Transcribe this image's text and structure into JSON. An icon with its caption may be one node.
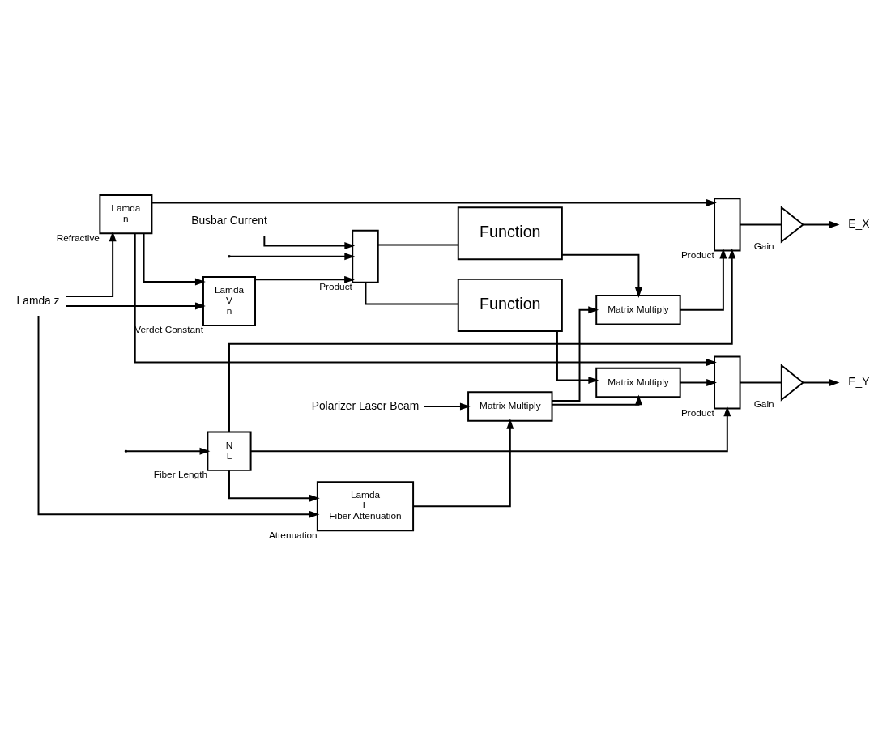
{
  "diagram": {
    "nodes": [
      {
        "text": [
          "Busbar Current"
        ]
      },
      {
        "text": [],
        "shape": "box",
        "beside": [
          "Product"
        ]
      },
      {
        "text": [
          "Function"
        ]
      },
      {
        "text": [
          "Function"
        ]
      },
      {
        "text": [
          "Lamda",
          "V",
          "n"
        ],
        "beside": [
          "Verdet Constant"
        ]
      },
      {
        "text": [
          "Lamda z"
        ]
      },
      {
        "text": [
          "Lamda",
          "n"
        ],
        "beside": [
          "Refractive"
        ]
      },
      {
        "text": [
          "Matrix Multiply"
        ]
      },
      {
        "text": [],
        "shape": "box",
        "beside": [
          "Product"
        ]
      },
      {
        "text": [],
        "shape": "triangle",
        "beside": [
          "Gain"
        ]
      },
      {
        "text": [
          "E_X"
        ]
      },
      {
        "text": [],
        "shape": "box",
        "beside": [
          "Product"
        ]
      },
      {
        "text": [],
        "shape": "triangle",
        "beside": [
          "Gain"
        ]
      },
      {
        "text": [
          "E_Y"
        ]
      },
      {
        "text": [
          "Matrix Multiply"
        ]
      },
      {
        "text": [
          "Lamda",
          "L",
          "Fiber Attenuation"
        ],
        "beside": [
          "Attenuation"
        ]
      },
      {
        "text": [
          "Matrix Multiply"
        ]
      },
      {
        "text": [
          "N",
          "L"
        ],
        "beside": [
          "Fiber Length"
        ]
      },
      {
        "text": [
          "Polarizer Laser Beam"
        ]
      }
    ],
    "edges": [
      {
        "from": 0,
        "to": 1,
        "arrow": "to"
      },
      {
        "from": null,
        "to": 1,
        "arrow": "to"
      },
      {
        "from": null,
        "to": 17,
        "arrow": "to"
      },
      {
        "from": 4,
        "to": 1,
        "arrow": "to"
      },
      {
        "from": 1,
        "to": 2,
        "arrow": "none"
      },
      {
        "from": 1,
        "to": 3,
        "arrow": "none"
      },
      {
        "from": 5,
        "to": 4,
        "arrow": "to"
      },
      {
        "from": 5,
        "to": 6,
        "arrow": "to"
      },
      {
        "from": 5,
        "to": 15,
        "arrow": "to"
      },
      {
        "from": 6,
        "to": 4,
        "arrow": "to"
      },
      {
        "from": 6,
        "to": 8,
        "arrow": "to"
      },
      {
        "from": 6,
        "to": 11,
        "arrow": "to"
      },
      {
        "from": 2,
        "to": 7,
        "arrow": "to"
      },
      {
        "from": 3,
        "to": 14,
        "arrow": "to"
      },
      {
        "from": 16,
        "to": 7,
        "arrow": "to"
      },
      {
        "from": 16,
        "to": 14,
        "arrow": "to"
      },
      {
        "from": 7,
        "to": 8,
        "arrow": "to"
      },
      {
        "from": 14,
        "to": 11,
        "arrow": "to"
      },
      {
        "from": 17,
        "to": 15,
        "arrow": "to"
      },
      {
        "from": 17,
        "to": 8,
        "arrow": "to"
      },
      {
        "from": 17,
        "to": 11,
        "arrow": "to"
      },
      {
        "from": 15,
        "to": 16,
        "arrow": "to"
      },
      {
        "from": 18,
        "to": 16,
        "arrow": "to"
      },
      {
        "from": 8,
        "to": 9,
        "arrow": "none"
      },
      {
        "from": 9,
        "to": 10,
        "arrow": "to"
      },
      {
        "from": 11,
        "to": 12,
        "arrow": "none"
      },
      {
        "from": 12,
        "to": 13,
        "arrow": "to"
      }
    ]
  }
}
